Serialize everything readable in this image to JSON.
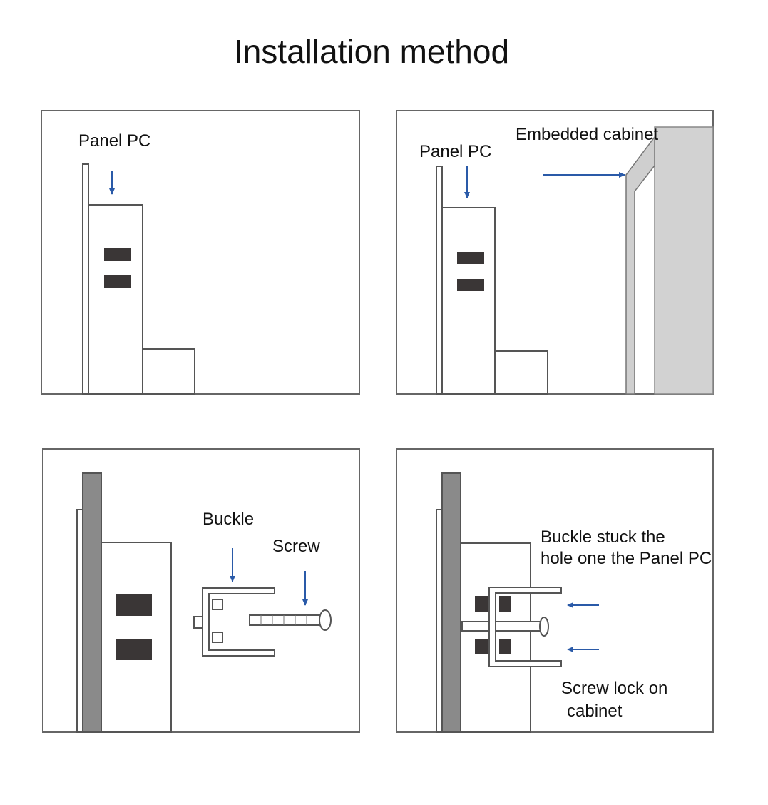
{
  "title": "Installation method",
  "panels": [
    {
      "labels": {
        "panel_pc": "Panel PC"
      }
    },
    {
      "labels": {
        "panel_pc": "Panel PC",
        "cabinet": "Embedded cabinet"
      }
    },
    {
      "labels": {
        "buckle": "Buckle",
        "screw": "Screw"
      }
    },
    {
      "labels": {
        "buckle_line1": "Buckle stuck the",
        "buckle_line2": "hole one the Panel PC",
        "screw_line1": "Screw lock on",
        "screw_line2": "cabinet"
      }
    }
  ],
  "colors": {
    "arrow": "#2a5aa8",
    "slot": "#3a3636",
    "bezel": "#8a8a8a",
    "cabinet": "#d2d2d2"
  }
}
